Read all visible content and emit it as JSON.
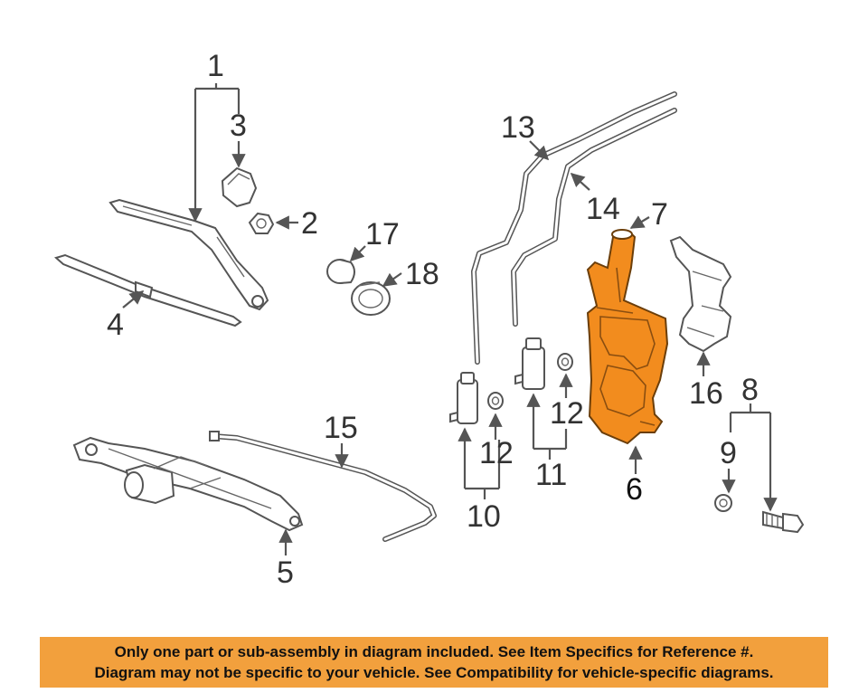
{
  "diagram": {
    "highlight_color": "#f28c1e",
    "callouts": {
      "c1": "1",
      "c2": "2",
      "c3": "3",
      "c4": "4",
      "c5": "5",
      "c6": "6",
      "c7": "7",
      "c8": "8",
      "c9": "9",
      "c10": "10",
      "c11": "11",
      "c12a": "12",
      "c12b": "12",
      "c13": "13",
      "c14": "14",
      "c15": "15",
      "c16": "16",
      "c17": "17",
      "c18": "18"
    }
  },
  "notice": {
    "line1": "Only one part or sub-assembly in diagram included. See Item Specifics for Reference #.",
    "line2": "Diagram may not be specific to your vehicle. See Compatibility for vehicle-specific diagrams.",
    "background": "#f2a03d"
  }
}
